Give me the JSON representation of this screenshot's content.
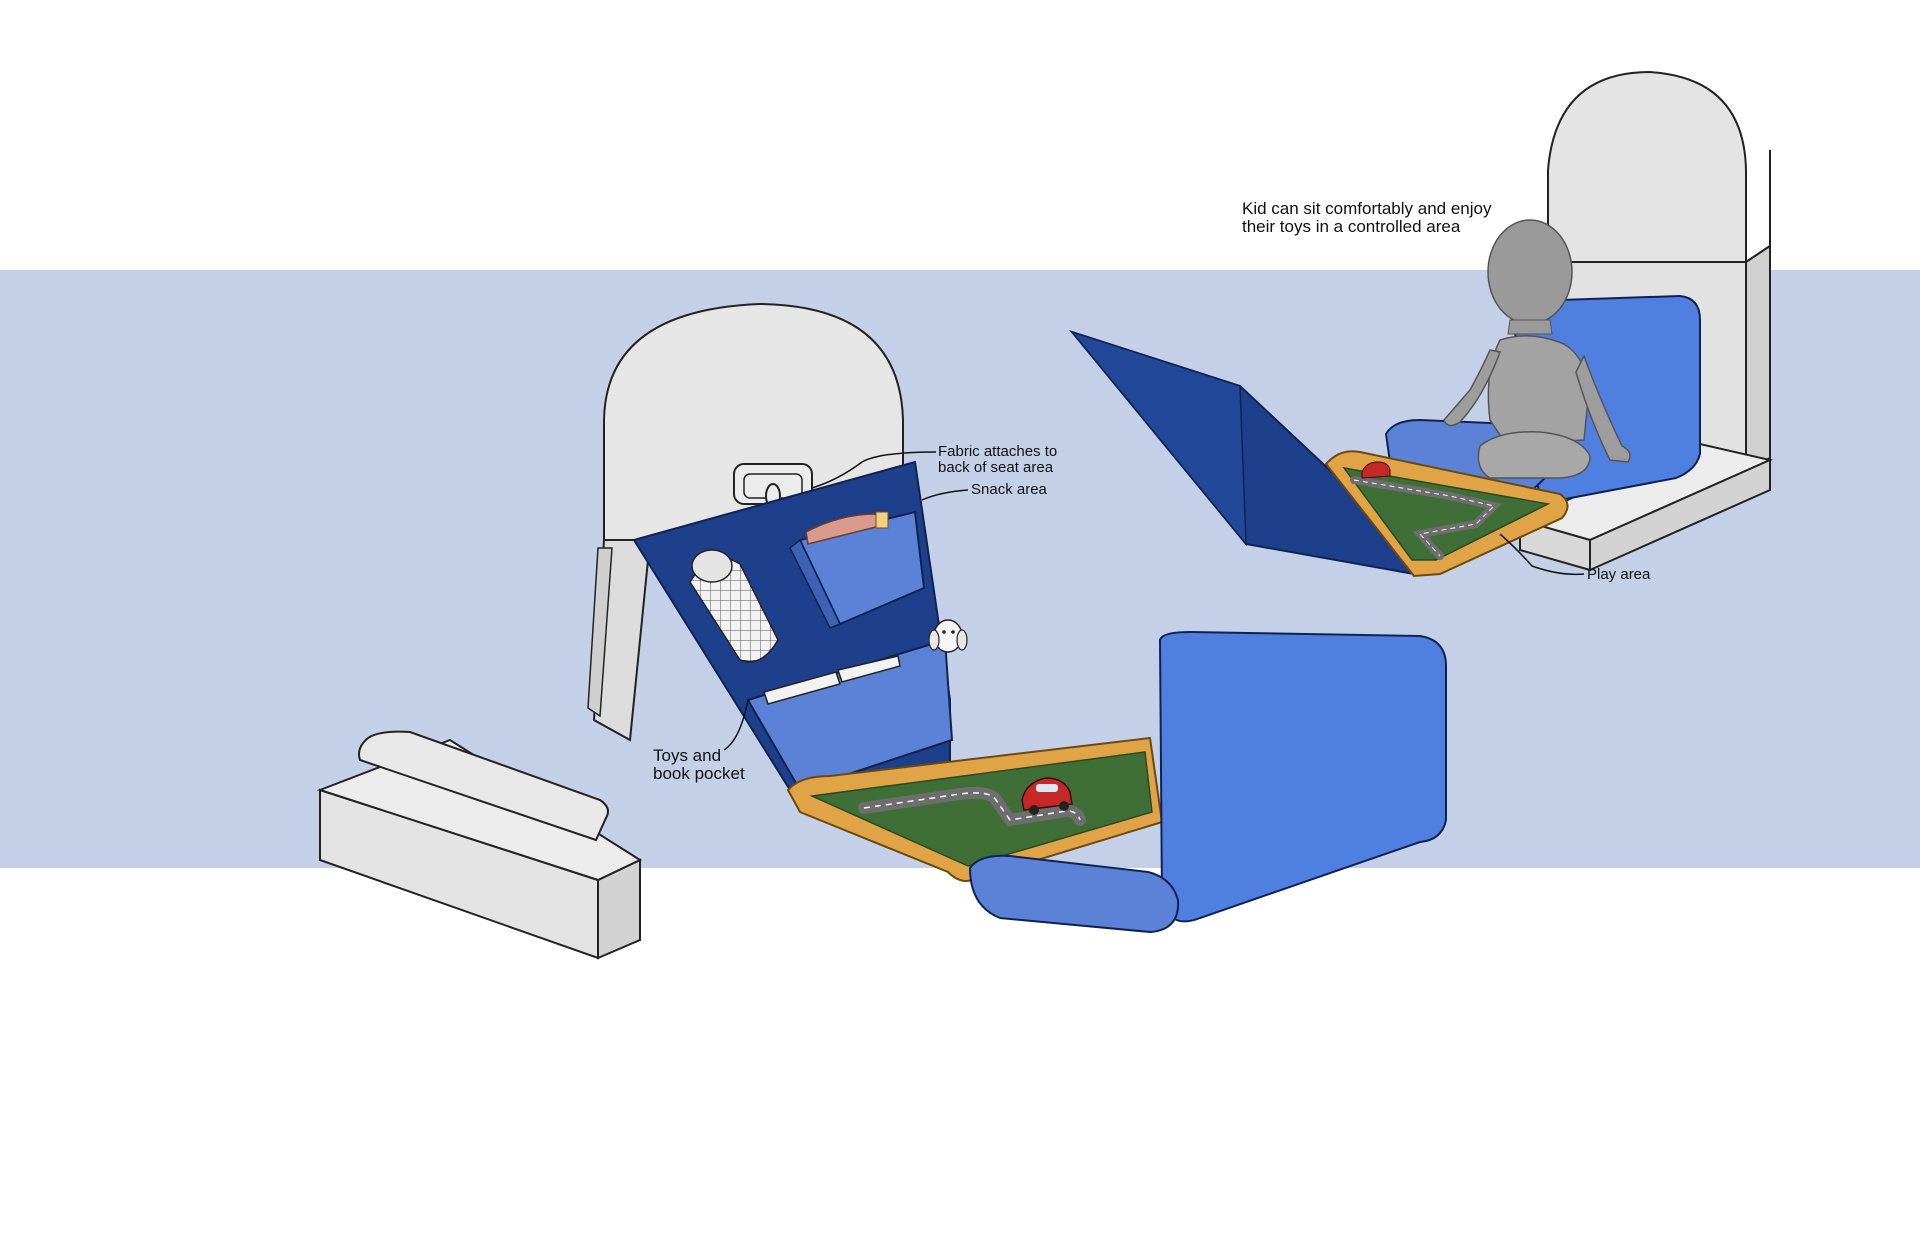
{
  "labels": {
    "fabric_attaches": "Fabric attaches to\nback of seat area",
    "snack_area": "Snack area",
    "toys_book_pocket": "Toys and\nbook pocket",
    "play_area": "Play area",
    "kid_sits": "Kid can sit comfortably and enjoy\ntheir toys in a controlled area"
  },
  "colors": {
    "background_band": "#c4d0e8",
    "seat_gray": "#e2e2e2",
    "navy_panel": "#1e3f8c",
    "light_blue_pocket": "#5b82d6",
    "cushion_blue": "#4f7fe0",
    "play_mat_green": "#3f6e36",
    "mat_border_orange": "#e0a346",
    "road_gray": "#6e6e6e",
    "child_figure_gray": "#9a9a9a"
  }
}
